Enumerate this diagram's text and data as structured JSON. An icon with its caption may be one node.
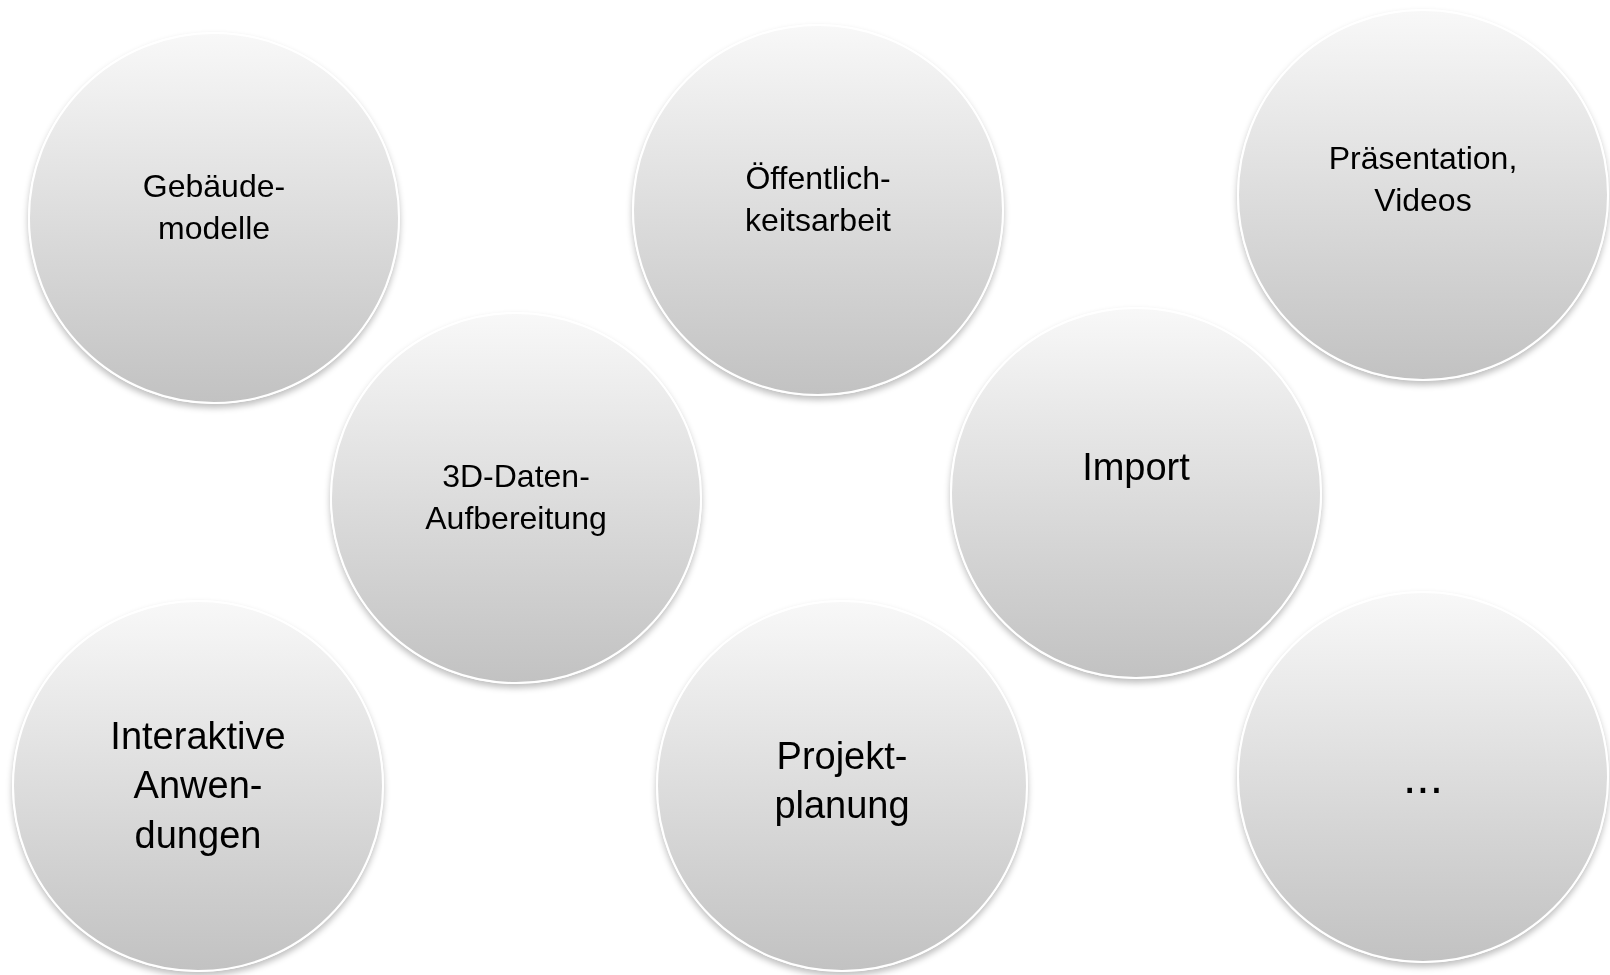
{
  "diagram": {
    "nodes": [
      {
        "text": [
          "Gebäude- modelle"
        ]
      },
      {
        "text": [
          "Öffentlich- keitsarbeit"
        ]
      },
      {
        "text": [
          "Präsentation, Videos"
        ]
      },
      {
        "text": [
          "3D-Daten- Aufbereitung"
        ]
      },
      {
        "text": [
          "Import"
        ]
      },
      {
        "text": [
          "Interaktive Anwen- dungen"
        ]
      },
      {
        "text": [
          "Projekt- planung"
        ]
      },
      {
        "text": [
          "..."
        ]
      }
    ]
  }
}
